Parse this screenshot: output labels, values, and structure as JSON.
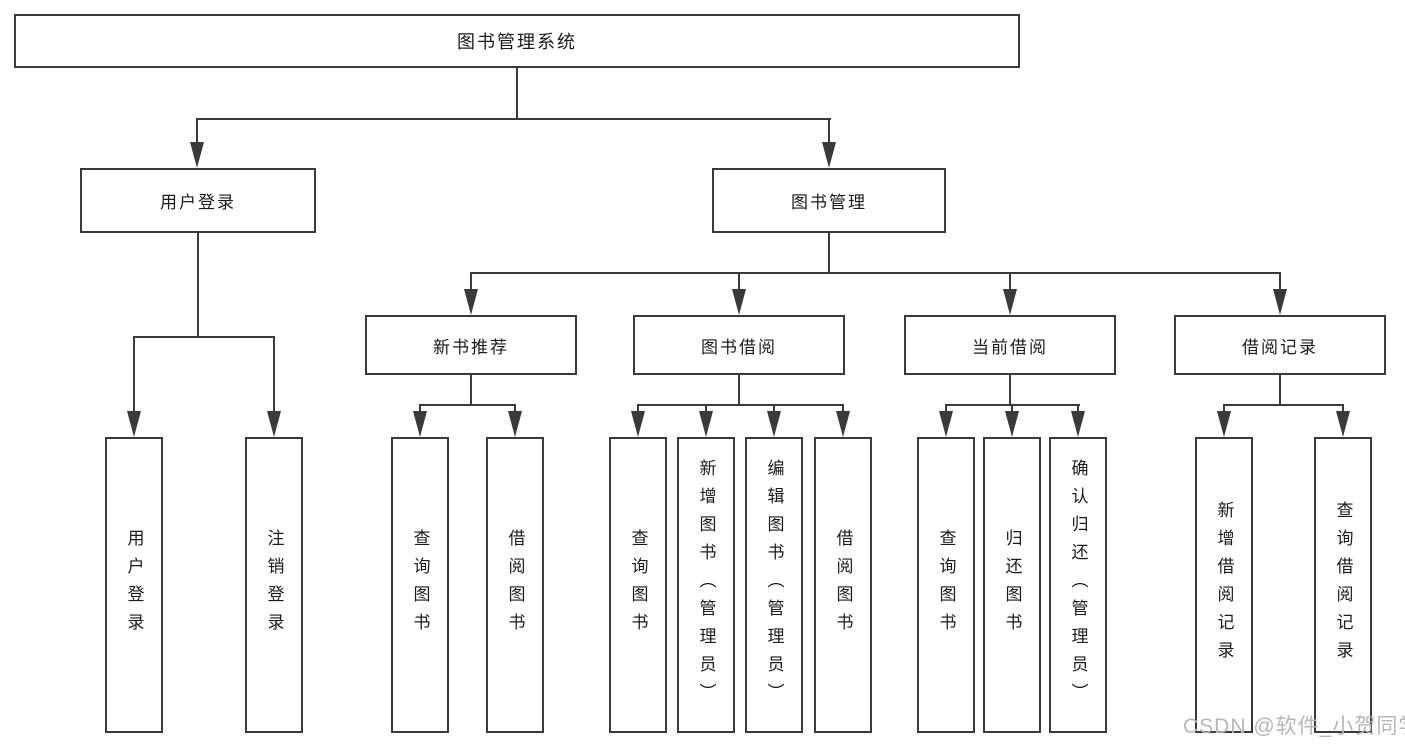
{
  "diagram": {
    "root": "图书管理系统",
    "user_login": {
      "label": "用户登录",
      "children": [
        "用户登录",
        "注销登录"
      ]
    },
    "book_mgmt": {
      "label": "图书管理",
      "sections": [
        {
          "label": "新书推荐",
          "children": [
            "查询图书",
            "借阅图书"
          ]
        },
        {
          "label": "图书借阅",
          "children": [
            "查询图书",
            "新增图书（管理员）",
            "编辑图书（管理员）",
            "借阅图书"
          ]
        },
        {
          "label": "当前借阅",
          "children": [
            "查询图书",
            "归还图书",
            "确认归还（管理员）"
          ]
        },
        {
          "label": "借阅记录",
          "children": [
            "新增借阅记录",
            "查询借阅记录"
          ]
        }
      ]
    }
  },
  "watermark": "CSDN @软件_小贺同学"
}
